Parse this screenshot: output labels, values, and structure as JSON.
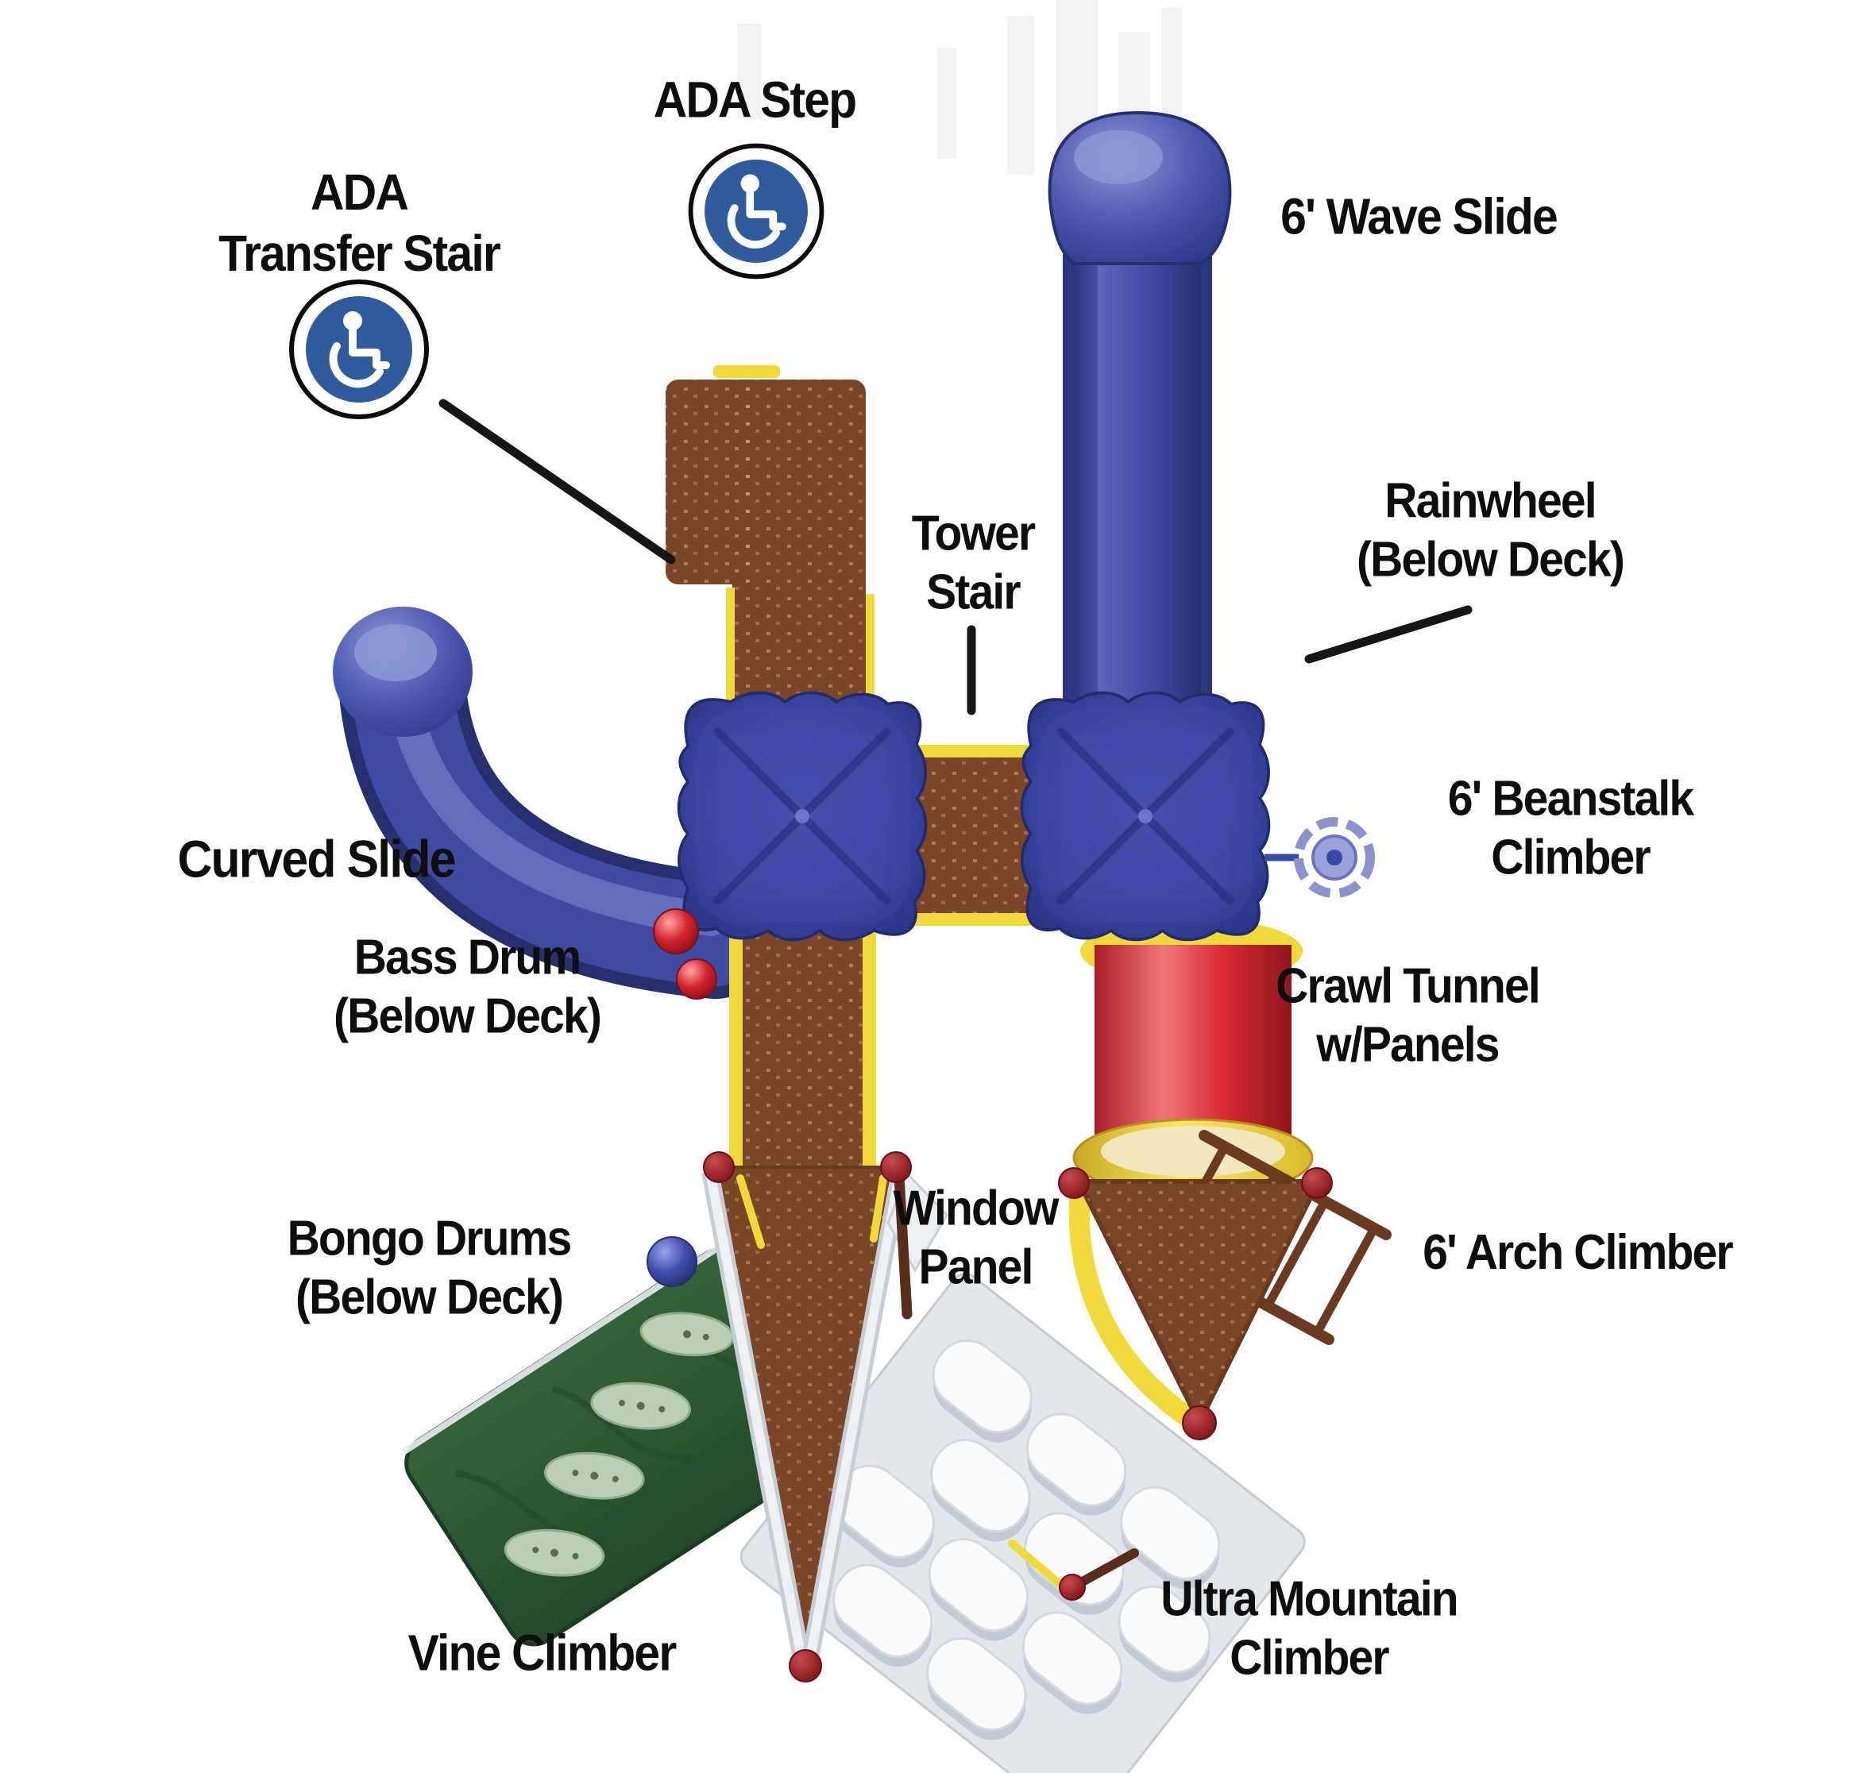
{
  "diagram_title": "Playground structure top-view plan with labeled components",
  "palette": {
    "structure_blue": "#3a49a4",
    "structure_blue_dark": "#27306e",
    "structure_blue_light": "#7d89cc",
    "deck_brown": "#7b4527",
    "deck_perforation_tan": "#d8a37e",
    "edge_yellow": "#f2d93b",
    "tunnel_red": "#d92a33",
    "connector_dark_red": "#8e1a22",
    "vine_green": "#2d5a33",
    "vine_leaf_sage": "#bccfb6",
    "mountain_gray": "#e2e7ec",
    "mountain_white": "#f8fafb",
    "ada_sign_blue": "#2e5b9b",
    "label_text": "#0e0e0e",
    "leader_line": "#161616"
  },
  "labels": {
    "ada_step": {
      "line1": "ADA Step"
    },
    "ada_transfer_stair": {
      "line1": "ADA",
      "line2": "Transfer Stair"
    },
    "wave_slide": {
      "line1": "6' Wave Slide"
    },
    "tower_stair": {
      "line1": "Tower",
      "line2": "Stair"
    },
    "rainwheel": {
      "line1": "Rainwheel",
      "line2": "(Below Deck)"
    },
    "curved_slide": {
      "line1": "Curved Slide"
    },
    "beanstalk_climber": {
      "line1": "6' Beanstalk",
      "line2": "Climber"
    },
    "bass_drum": {
      "line1": "Bass Drum",
      "line2": "(Below Deck)"
    },
    "crawl_tunnel": {
      "line1": "Crawl Tunnel",
      "line2": "w/Panels"
    },
    "bongo_drums": {
      "line1": "Bongo Drums",
      "line2": "(Below Deck)"
    },
    "window_panel": {
      "line1": "Window",
      "line2": "Panel"
    },
    "arch_climber": {
      "line1": "6' Arch Climber"
    },
    "vine_climber": {
      "line1": "Vine Climber"
    },
    "ultra_mountain_climber": {
      "line1": "Ultra Mountain",
      "line2": "Climber"
    }
  },
  "icons": {
    "ada_step_icon": "wheelchair-accessible-icon",
    "ada_transfer_icon": "wheelchair-accessible-icon"
  }
}
